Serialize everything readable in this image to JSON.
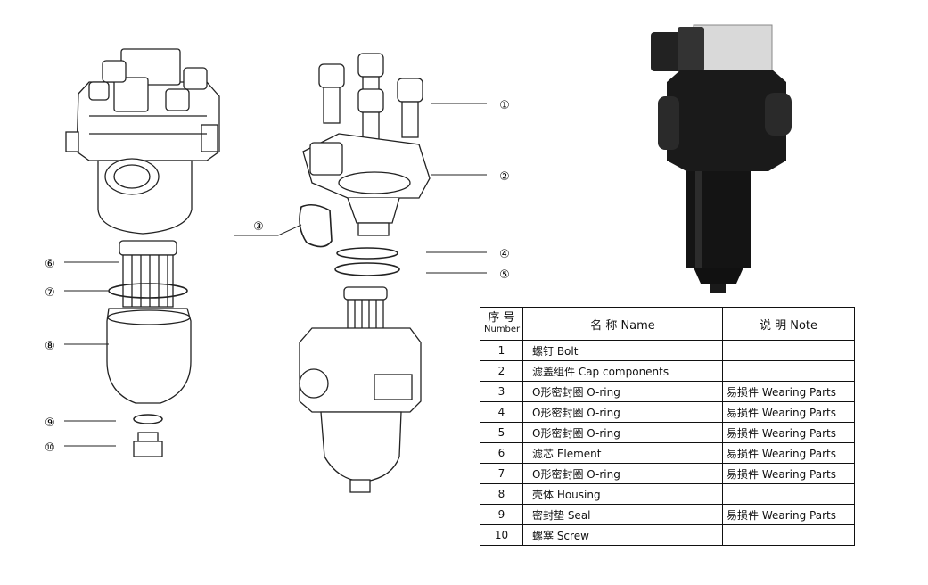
{
  "callouts": [
    "①",
    "②",
    "③",
    "④",
    "⑤",
    "⑥",
    "⑦",
    "⑧",
    "⑨",
    "⑩"
  ],
  "colors": {
    "line": "#222222",
    "housing_dark": "#1c1c1c",
    "head_light": "#d8d8d8"
  },
  "table": {
    "headers": {
      "number_cn": "序 号",
      "number_en": "Number",
      "name": "名  称 Name",
      "note": "说 明 Note"
    },
    "rows": [
      {
        "num": "1",
        "name": "螺钉   Bolt",
        "note": ""
      },
      {
        "num": "2",
        "name": "滤盖组件   Cap components",
        "note": ""
      },
      {
        "num": "3",
        "name": "O形密封圈   O-ring",
        "note": "易损件 Wearing Parts"
      },
      {
        "num": "4",
        "name": "O形密封圈   O-ring",
        "note": "易损件 Wearing Parts"
      },
      {
        "num": "5",
        "name": "O形密封圈   O-ring",
        "note": "易损件 Wearing Parts"
      },
      {
        "num": "6",
        "name": "滤芯    Element",
        "note": "易损件 Wearing Parts"
      },
      {
        "num": "7",
        "name": "O形密封圈   O-ring",
        "note": "易损件 Wearing Parts"
      },
      {
        "num": "8",
        "name": "壳体   Housing",
        "note": ""
      },
      {
        "num": "9",
        "name": "密封垫   Seal",
        "note": "易损件 Wearing Parts"
      },
      {
        "num": "10",
        "name": "螺塞    Screw",
        "note": ""
      }
    ]
  }
}
